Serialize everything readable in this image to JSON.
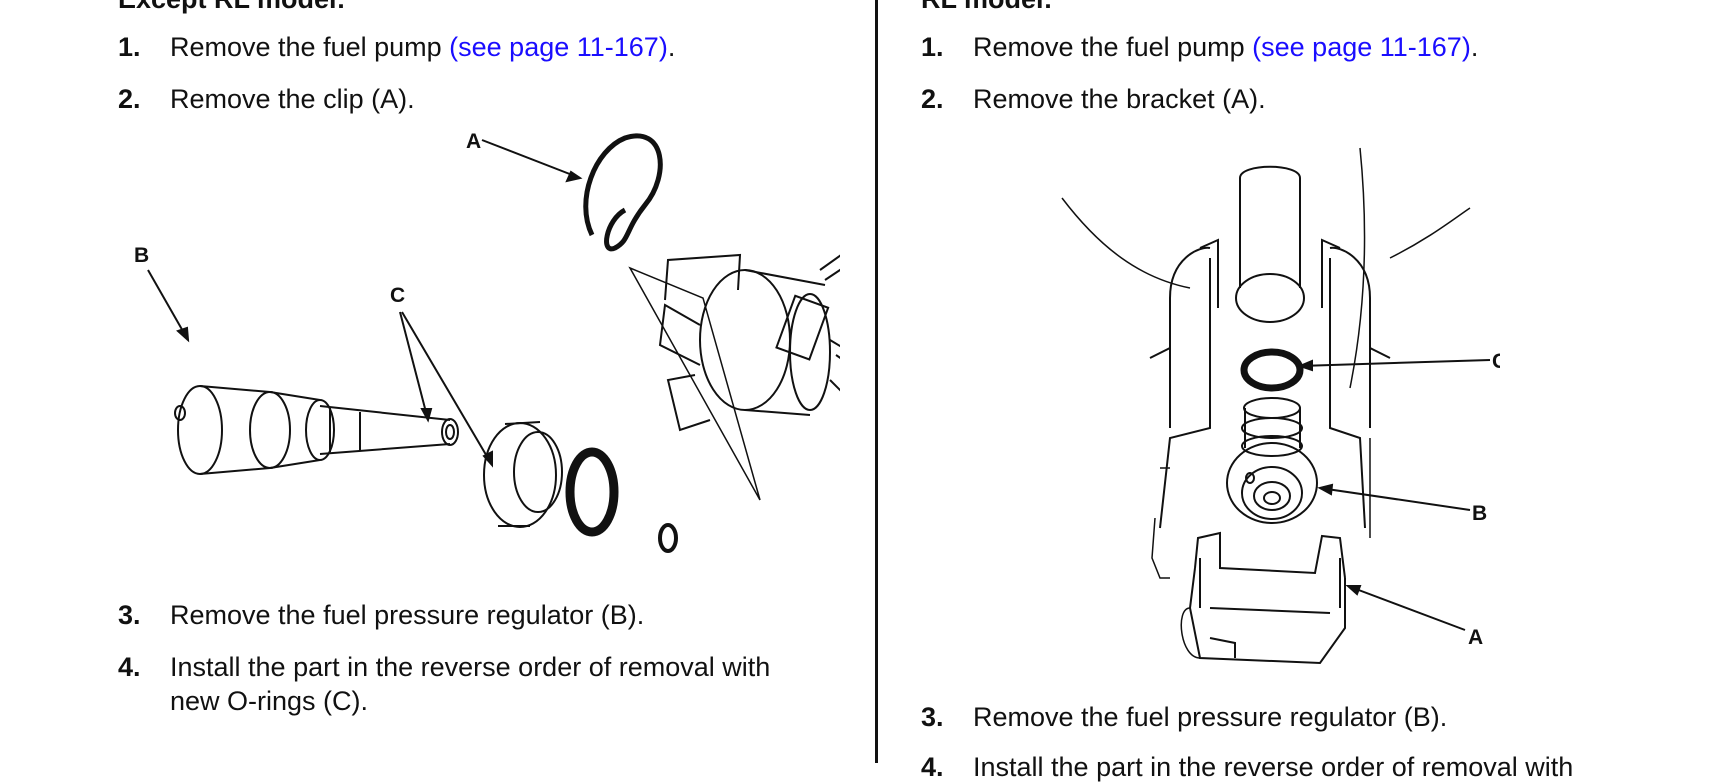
{
  "left": {
    "heading": "Except RL model:",
    "steps": [
      {
        "num": "1.",
        "text": "Remove the fuel pump ",
        "link": "(see page 11-167)",
        "after": "."
      },
      {
        "num": "2.",
        "text": "Remove the clip (A)."
      },
      {
        "num": "3.",
        "text": "Remove the fuel pressure regulator (B)."
      },
      {
        "num": "4.",
        "line1": "Install the part in the reverse order of removal with",
        "line2": "new O-rings (C)."
      }
    ],
    "callouts": {
      "a": "A",
      "b": "B",
      "c": "C"
    }
  },
  "right": {
    "heading": "RL model:",
    "steps": [
      {
        "num": "1.",
        "text": "Remove the fuel pump ",
        "link": "(see page 11-167)",
        "after": "."
      },
      {
        "num": "2.",
        "text": "Remove the bracket (A)."
      },
      {
        "num": "3.",
        "text": "Remove the fuel pressure regulator (B)."
      },
      {
        "num": "4.",
        "text": "Install the part in the reverse order of removal with"
      }
    ],
    "callouts": {
      "a": "A",
      "b": "B",
      "c": "C"
    }
  },
  "colors": {
    "link": "#1a0dff",
    "rule": "#111111"
  }
}
